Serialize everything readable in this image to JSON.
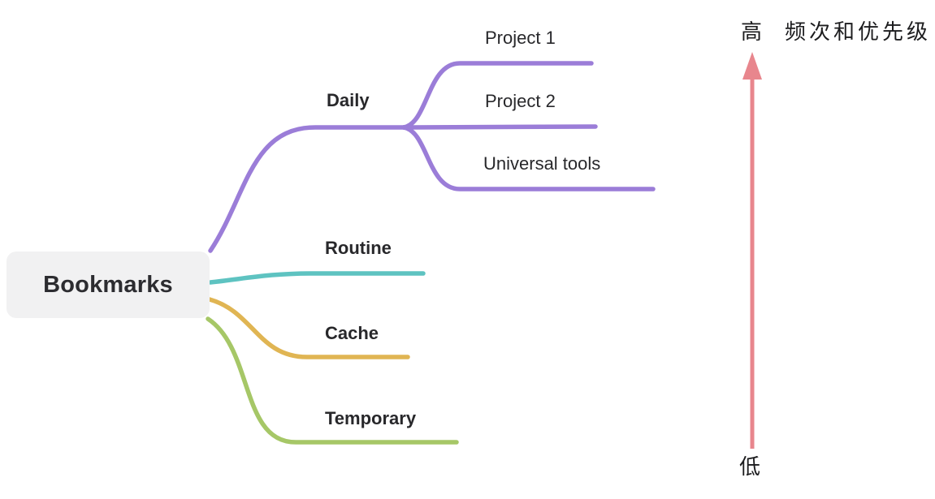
{
  "mindmap": {
    "root": {
      "label": "Bookmarks",
      "bg_color": "#f1f1f2"
    },
    "branches": [
      {
        "label": "Daily",
        "color": "#9b7dd8",
        "children": [
          {
            "label": "Project 1"
          },
          {
            "label": "Project 2"
          },
          {
            "label": "Universal tools"
          }
        ]
      },
      {
        "label": "Routine",
        "color": "#5ec3c1",
        "children": []
      },
      {
        "label": "Cache",
        "color": "#e0b553",
        "children": []
      },
      {
        "label": "Temporary",
        "color": "#a6c767",
        "children": []
      }
    ]
  },
  "axis": {
    "high_label": "高",
    "title": "频次和优先级",
    "low_label": "低",
    "color": "#e8868d",
    "direction": "up"
  }
}
